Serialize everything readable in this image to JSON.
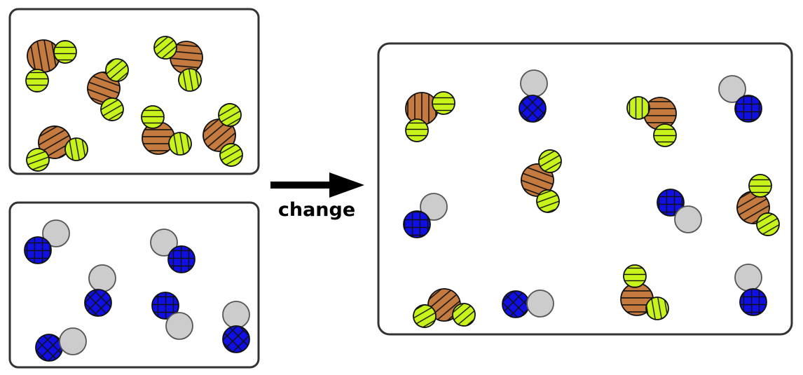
{
  "arrow_label": "change",
  "colors": {
    "brown": "#c57b3f",
    "green": "#c8f41c",
    "blue": "#0f0fe6",
    "gray": "#cccccc",
    "stroke": "#111111",
    "box_stroke": "#333333"
  },
  "panels": [
    {
      "name": "panel-top-left",
      "molecules": [
        {
          "type": "brown-molecule"
        },
        {
          "type": "brown-molecule"
        },
        {
          "type": "brown-molecule"
        },
        {
          "type": "brown-molecule"
        },
        {
          "type": "brown-molecule"
        },
        {
          "type": "brown-molecule"
        }
      ]
    },
    {
      "name": "panel-bottom-left",
      "molecules": [
        {
          "type": "blue-molecule"
        },
        {
          "type": "blue-molecule"
        },
        {
          "type": "blue-molecule"
        },
        {
          "type": "blue-molecule"
        },
        {
          "type": "blue-molecule"
        },
        {
          "type": "blue-molecule"
        }
      ]
    },
    {
      "name": "panel-right",
      "molecules": [
        {
          "type": "brown-molecule"
        },
        {
          "type": "blue-molecule"
        },
        {
          "type": "brown-molecule"
        },
        {
          "type": "blue-molecule"
        },
        {
          "type": "brown-molecule"
        },
        {
          "type": "blue-molecule"
        },
        {
          "type": "blue-molecule"
        },
        {
          "type": "brown-molecule"
        },
        {
          "type": "brown-molecule"
        },
        {
          "type": "blue-molecule"
        },
        {
          "type": "brown-molecule"
        },
        {
          "type": "blue-molecule"
        }
      ]
    }
  ]
}
